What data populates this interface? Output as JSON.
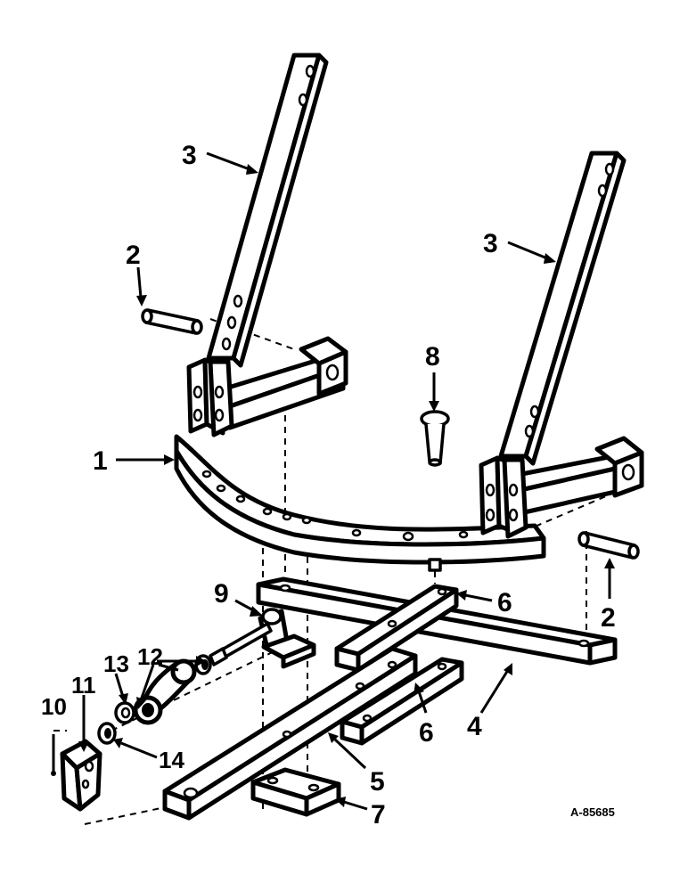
{
  "callouts": {
    "c1": "1",
    "c2a": "2",
    "c2b": "2",
    "c3a": "3",
    "c3b": "3",
    "c4": "4",
    "c5": "5",
    "c6a": "6",
    "c6b": "6",
    "c7": "7",
    "c8": "8",
    "c9": "9",
    "c10": "10",
    "c11": "11",
    "c12": "12",
    "c13": "13",
    "c14": "14"
  },
  "drawing_code": "A-85685"
}
